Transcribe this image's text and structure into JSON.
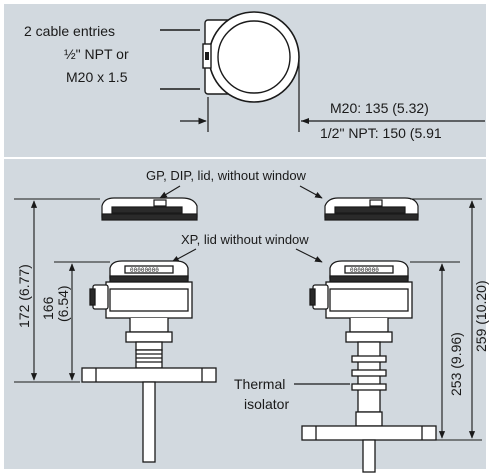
{
  "colors": {
    "background": "#d2d9df",
    "frame": "#ffffff",
    "line": "#1a1a1a",
    "housing_dark": "#2a2a2a"
  },
  "labels": {
    "cable_entries_line1": "2 cable entries",
    "cable_entries_line2": "½\" NPT or",
    "cable_entries_line3": "M20 x 1.5",
    "dim_m20": "M20: 135 (5.32)",
    "dim_npt": "1/2\" NPT: 150 (5.91",
    "gp_lid": "GP, DIP, lid, without window",
    "xp_lid": "XP, lid without window",
    "dim_172": "172 (6.77)",
    "dim_166_a": "166",
    "dim_166_b": "(6.54)",
    "dim_253": "253 (9.96)",
    "dim_259": "259 (10.20)",
    "thermal_line1": "Thermal",
    "thermal_line2": "isolator",
    "nameplate": "00000000"
  }
}
